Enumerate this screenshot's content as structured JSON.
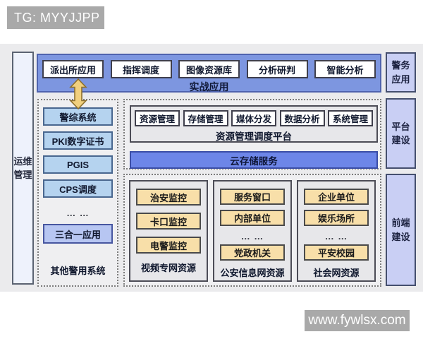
{
  "badge": {
    "text": "TG: MYYJJPP"
  },
  "watermark": {
    "text": "www.fywlsx.com"
  },
  "left_bar": {
    "label": "运维管理"
  },
  "right_bars": {
    "police_app": "警务应用",
    "platform_build": "平台建设",
    "frontend_build": "前端建设"
  },
  "combat": {
    "items": [
      "派出所应用",
      "指挥调度",
      "图像资源库",
      "分析研判",
      "智能分析"
    ],
    "label": "实战应用"
  },
  "other_police": {
    "items": [
      "警综系统",
      "PKI数字证书",
      "PGIS",
      "CPS调度"
    ],
    "ellipsis": "… …",
    "special_item": "三合一应用",
    "label": "其他警用系统"
  },
  "platform": {
    "items": [
      "资源管理",
      "存储管理",
      "媒体分发",
      "数据分析",
      "系统管理"
    ],
    "label": "资源管理调度平台",
    "cloud_label": "云存储服务"
  },
  "frontend": {
    "columns": [
      {
        "boxes": [
          "治安监控",
          "卡口监控",
          "电警监控"
        ],
        "label": "视频专网资源"
      },
      {
        "boxes": [
          "服务窗口",
          "内部单位"
        ],
        "ellipsis": "… …",
        "boxes_after": [
          "党政机关"
        ],
        "label": "公安信息网资源"
      },
      {
        "boxes": [
          "企业单位",
          "娱乐场所"
        ],
        "ellipsis": "… …",
        "boxes_after": [
          "平安校园"
        ],
        "label": "社会网资源"
      }
    ]
  },
  "icons": {
    "arrow": "bidirectional-vertical-arrow"
  },
  "colors": {
    "band_bg": "#ebebed",
    "badge_bg": "#a9a9a9",
    "combat_bg": "#7d96e0",
    "cloud_bg": "#6d86e8",
    "lavender_bar": "#c9cff4",
    "light_blue_box": "#b5d3ef",
    "special_blue_box": "#b7c6f2",
    "tan_box": "#f8dfa9",
    "panel_gray": "#e7e7ea",
    "ops_bar_bg": "#eef2fc",
    "arrow_gold": "#f1d07e"
  }
}
